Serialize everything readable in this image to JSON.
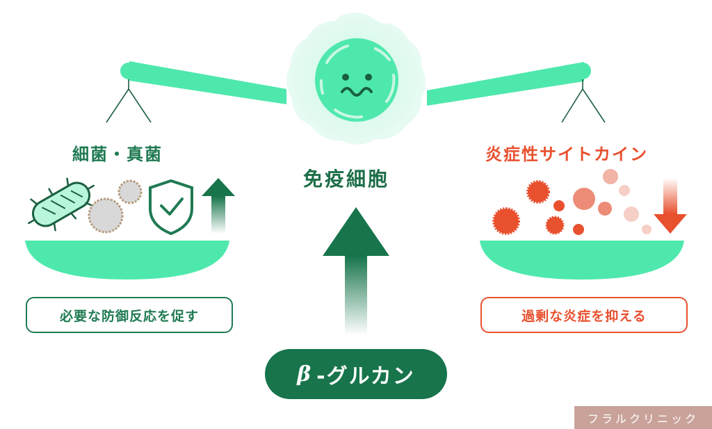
{
  "center": {
    "title": "免疫細胞"
  },
  "left": {
    "title": "細菌・真菌",
    "pill": "必要な防御反応を促す"
  },
  "right": {
    "title": "炎症性サイトカイン",
    "pill": "過剰な炎症を抑える"
  },
  "bottom": {
    "greek": "β",
    "label": "-グルカン"
  },
  "watermark": "フラルクリニック",
  "colors": {
    "mint": "#4ee8ad",
    "dark_green": "#17744b",
    "orange_red": "#e8502e",
    "pill_bg": "#ffffff"
  },
  "icons": [
    "immune-cell-face-icon",
    "bacteria-icon",
    "fungus-spore-icon",
    "shield-check-icon",
    "up-arrow-icon",
    "cytokine-particle-icon",
    "down-arrow-icon"
  ]
}
